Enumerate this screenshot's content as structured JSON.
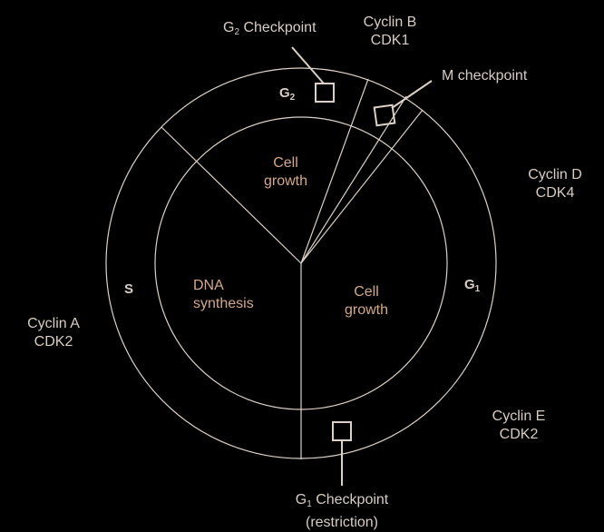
{
  "colors": {
    "background": "#000000",
    "line": "#ddd0c8",
    "label_text": "#d8ccc4",
    "inner_text": "#d6a887"
  },
  "phases": {
    "g2": {
      "main": "G",
      "sub": "2"
    },
    "s": "S",
    "g1": {
      "main": "G",
      "sub": "1"
    }
  },
  "inner_labels": {
    "cell_growth_top": [
      "Cell",
      "growth"
    ],
    "dna_synthesis": [
      "DNA",
      "synthesis"
    ],
    "cell_growth_right": [
      "Cell",
      "growth"
    ]
  },
  "checkpoints": {
    "g2": {
      "main": "G",
      "sub": "2",
      "rest": " Checkpoint"
    },
    "m": "M checkpoint",
    "g1": {
      "main": "G",
      "sub": "1",
      "rest": " Checkpoint",
      "line2": "(restriction)"
    }
  },
  "cyclins": {
    "b": [
      "Cyclin B",
      "CDK1"
    ],
    "d": [
      "Cyclin D",
      "CDK4"
    ],
    "a": [
      "Cyclin A",
      "CDK2"
    ],
    "e": [
      "Cyclin E",
      "CDK2"
    ]
  }
}
